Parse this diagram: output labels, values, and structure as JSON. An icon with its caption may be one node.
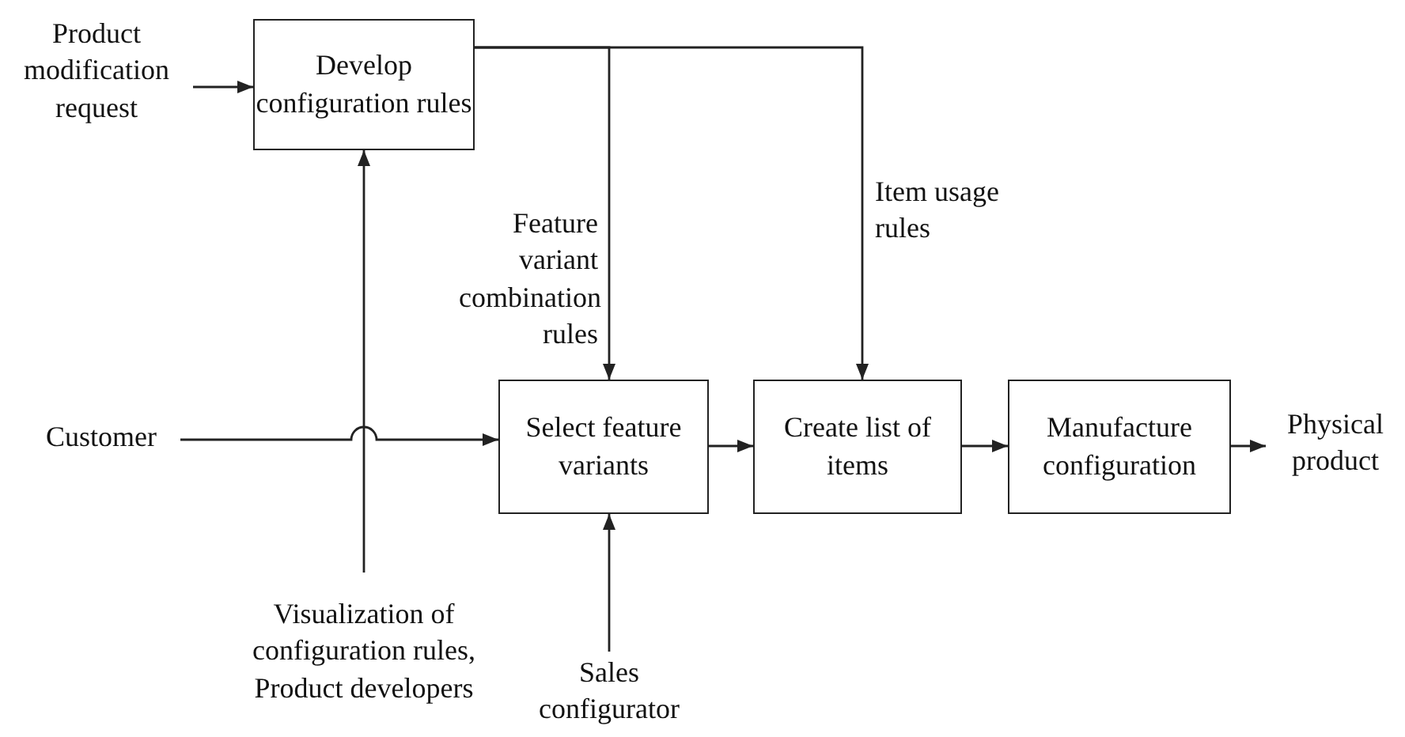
{
  "diagram": {
    "nodes": [
      {
        "text": [
          "Product modification request"
        ]
      },
      {
        "text": [
          "Develop configuration rules"
        ]
      },
      {
        "text": [
          "Customer"
        ]
      },
      {
        "text": [
          "Select feature variants"
        ]
      },
      {
        "text": [
          "Create list of items"
        ]
      },
      {
        "text": [
          "Manufacture configuration"
        ]
      },
      {
        "text": [
          "Physical product"
        ]
      },
      {
        "text": [
          "Visualization of configuration rules, Product developers"
        ]
      },
      {
        "text": [
          "Sales configurator"
        ]
      }
    ],
    "edges": [
      {
        "from": 0,
        "to": 1,
        "arrow": "to"
      },
      {
        "from": 1,
        "to": 3,
        "arrow": "to",
        "label": "Feature variant combination rules"
      },
      {
        "from": 1,
        "to": 4,
        "arrow": "to",
        "label": "Item usage rules"
      },
      {
        "from": 2,
        "to": 3,
        "arrow": "to"
      },
      {
        "from": 3,
        "to": 4,
        "arrow": "to"
      },
      {
        "from": 4,
        "to": 5,
        "arrow": "to"
      },
      {
        "from": 5,
        "to": 6,
        "arrow": "to"
      },
      {
        "from": 7,
        "to": 1,
        "arrow": "to"
      },
      {
        "from": 8,
        "to": 3,
        "arrow": "to"
      }
    ]
  }
}
